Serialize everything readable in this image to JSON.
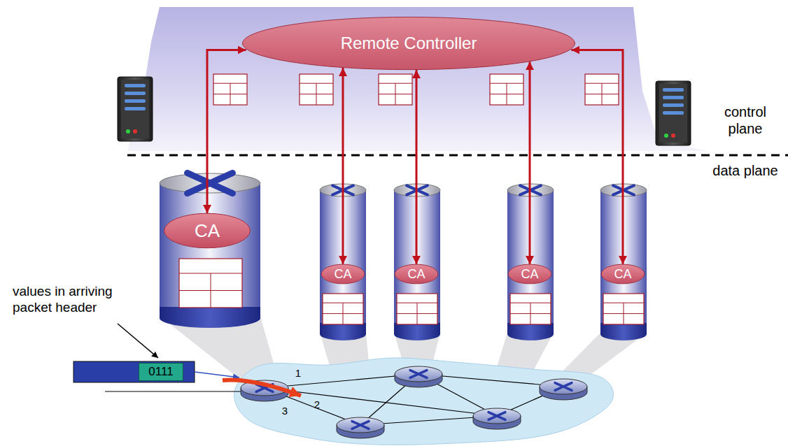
{
  "diagram": {
    "nodes": [
      {
        "text": [
          "Remote Controller"
        ]
      },
      {
        "text": [
          "CA"
        ]
      },
      {
        "text": [
          "CA"
        ]
      },
      {
        "text": [
          "CA"
        ]
      },
      {
        "text": [
          "CA"
        ]
      },
      {
        "text": [
          "CA"
        ]
      },
      {
        "text": [
          "0111"
        ]
      }
    ],
    "edges": [
      {
        "from": 0,
        "to": 1,
        "arrow": "both"
      },
      {
        "from": 0,
        "to": 2,
        "arrow": "both"
      },
      {
        "from": 0,
        "to": 3,
        "arrow": "both"
      },
      {
        "from": 0,
        "to": 4,
        "arrow": "both"
      },
      {
        "from": 0,
        "to": 5,
        "arrow": "both"
      }
    ],
    "labels": [
      "control plane",
      "data plane",
      "values in arriving packet header",
      "1",
      "2",
      "3"
    ]
  }
}
